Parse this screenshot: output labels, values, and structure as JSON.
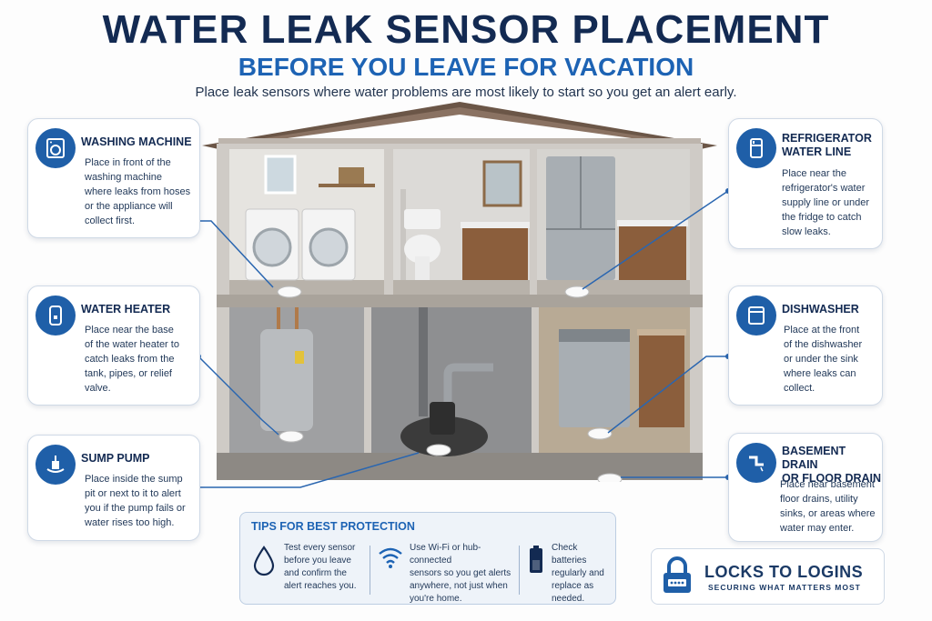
{
  "header": {
    "title": "WATER LEAK SENSOR PLACEMENT",
    "subtitle": "BEFORE YOU LEAVE FOR VACATION",
    "intro": "Place leak sensors where water problems are most likely to start so you get an alert early."
  },
  "cards": {
    "washing_machine": {
      "title": "WASHING MACHINE",
      "line1": "Place in front of the",
      "line2": "washing machine",
      "line3": "where leaks from hoses",
      "line4": "or the appliance will",
      "line5": "collect first.",
      "icon": "washing-machine-icon"
    },
    "water_heater": {
      "title": "WATER HEATER",
      "line1": "Place near the base",
      "line2": "of the water heater to",
      "line3": "catch leaks from the",
      "line4": "tank, pipes, or relief",
      "line5": "valve.",
      "icon": "water-heater-icon"
    },
    "sump_pump": {
      "title": "SUMP PUMP",
      "line1": "Place inside the sump",
      "line2": "pit or next to it to alert",
      "line3": "you if the pump fails or",
      "line4": "water rises too high.",
      "icon": "sump-pump-icon"
    },
    "refrigerator": {
      "title1": "REFRIGERATOR",
      "title2": "WATER LINE",
      "line1": "Place near the",
      "line2": "refrigerator's water",
      "line3": "supply line or under",
      "line4": "the fridge to catch",
      "line5": "slow leaks.",
      "icon": "refrigerator-icon"
    },
    "dishwasher": {
      "title": "DISHWASHER",
      "line1": "Place at the front",
      "line2": "of the dishwasher",
      "line3": "or under the sink",
      "line4": "where leaks can",
      "line5": "collect.",
      "icon": "dishwasher-icon"
    },
    "basement_drain": {
      "title1": "BASEMENT DRAIN",
      "title2": "OR FLOOR DRAIN",
      "line1": "Place near basement",
      "line2": "floor drains, utility",
      "line3": "sinks, or areas where",
      "line4": "water may enter.",
      "icon": "drain-pipe-icon"
    }
  },
  "tips": {
    "heading": "TIPS FOR BEST PROTECTION",
    "items": [
      {
        "icon": "water-drop-icon",
        "line1": "Test every sensor",
        "line2": "before you leave",
        "line3": "and confirm the",
        "line4": "alert reaches you."
      },
      {
        "icon": "wifi-icon",
        "line1": "Use Wi-Fi or hub-connected",
        "line2": "sensors so you get alerts",
        "line3": "anywhere, not just when",
        "line4": "you're home."
      },
      {
        "icon": "battery-icon",
        "line1": "Check batteries",
        "line2": "regularly and",
        "line3": "replace as",
        "line4": "needed."
      }
    ]
  },
  "brand": {
    "name": "LOCKS TO LOGINS",
    "tagline": "SECURING WHAT MATTERS MOST",
    "icon": "padlock-icon"
  },
  "colors": {
    "navy": "#132a52",
    "accent_blue": "#1d63b4",
    "icon_blue": "#1f5fa8"
  }
}
